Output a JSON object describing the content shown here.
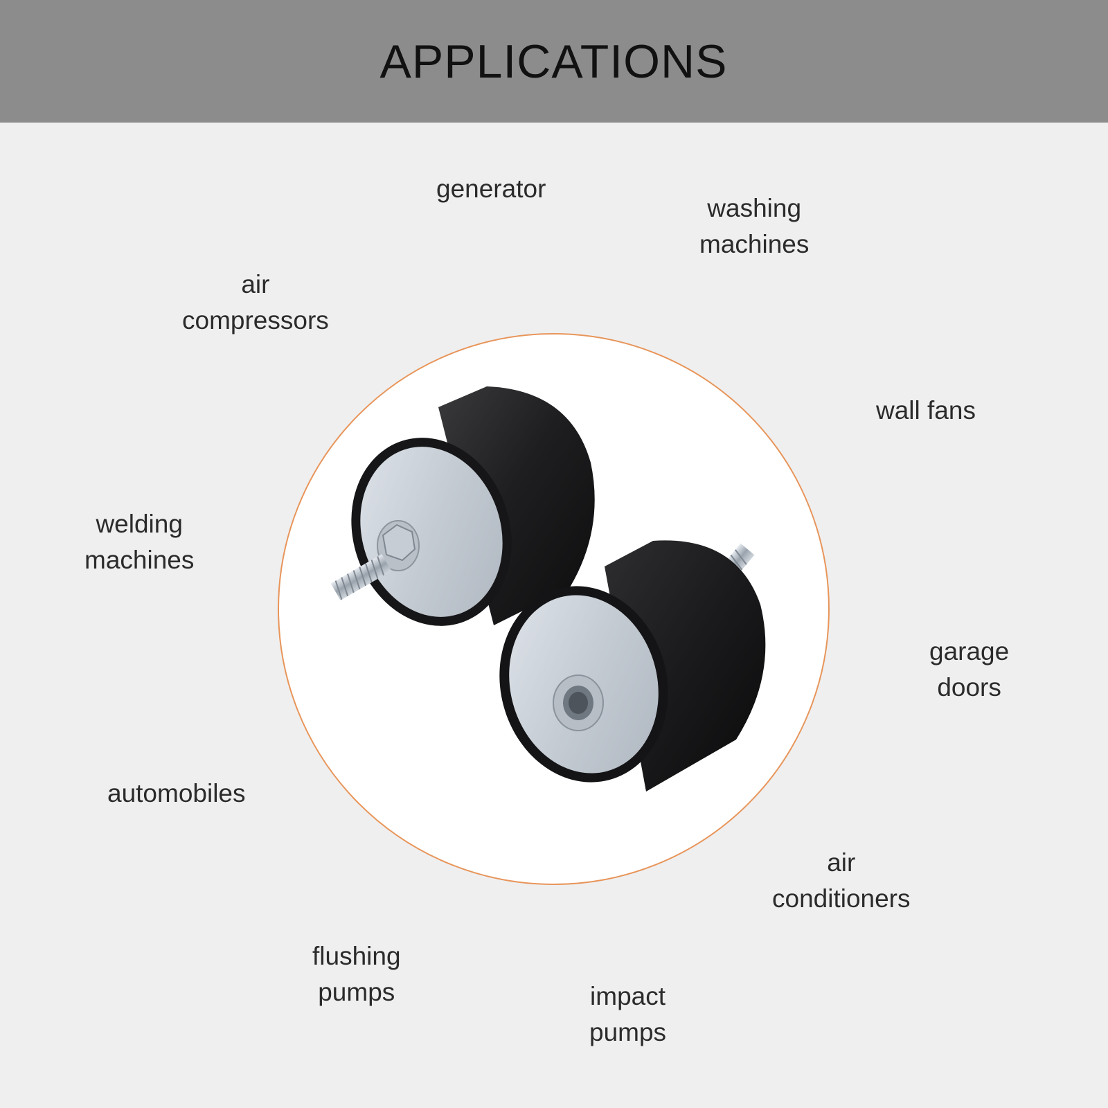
{
  "header": {
    "title": "APPLICATIONS",
    "background_color": "#8c8c8c"
  },
  "applications": [
    {
      "id": "generator",
      "lines": [
        "generator"
      ]
    },
    {
      "id": "washing-machines",
      "lines": [
        "washing",
        "machines"
      ]
    },
    {
      "id": "air-compressors",
      "lines": [
        "air",
        "compressors"
      ]
    },
    {
      "id": "wall-fans",
      "lines": [
        "wall fans"
      ]
    },
    {
      "id": "welding-machines",
      "lines": [
        "welding",
        "machines"
      ]
    },
    {
      "id": "garage-doors",
      "lines": [
        "garage",
        "doors"
      ]
    },
    {
      "id": "automobiles",
      "lines": [
        "automobiles"
      ]
    },
    {
      "id": "air-conditioners",
      "lines": [
        "air",
        "conditioners"
      ]
    },
    {
      "id": "flushing-pumps",
      "lines": [
        "flushing",
        "pumps"
      ]
    },
    {
      "id": "impact-pumps",
      "lines": [
        "impact",
        "pumps"
      ]
    }
  ],
  "product_image": {
    "icon": "rubber-anti-vibration-mount",
    "circle_border_color": "#e8955a",
    "rubber_color": "#1c1c1e",
    "metal_color": "#c9d0d8"
  }
}
